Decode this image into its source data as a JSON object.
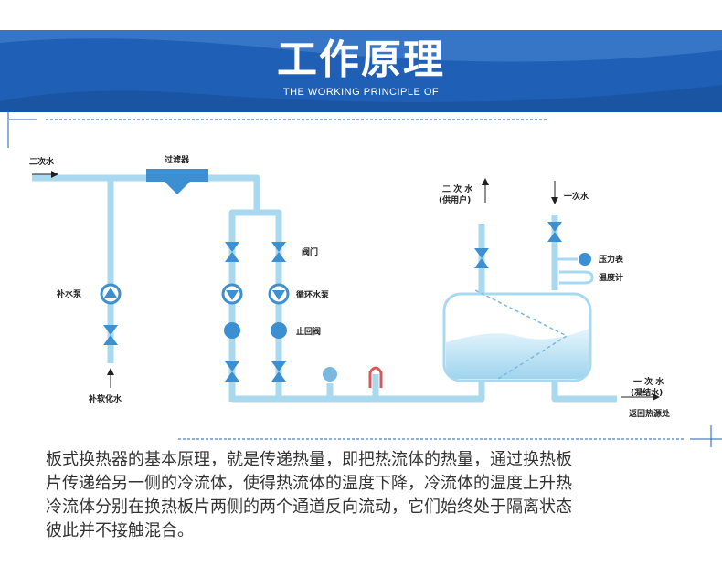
{
  "header": {
    "title": "工作原理",
    "subtitle": "THE WORKING PRINCIPLE OF",
    "color": "#1f5fb5"
  },
  "diagram": {
    "pipe_color": "#a9d9ef",
    "valve_color": "#3c8fd0",
    "labels": {
      "secondary_water_in": "二次水",
      "filter": "过滤器",
      "makeup_pump": "补水泵",
      "soft_water": "补软化水",
      "valve": "阀门",
      "circ_pump": "循环水泵",
      "check_valve": "止回阀",
      "secondary_water_supply_line1": "二 次 水",
      "secondary_water_supply_line2": "(供用户)",
      "primary_water_in": "一次水",
      "pressure_gauge": "压力表",
      "thermometer": "温度计",
      "primary_water_out_line1": "一 次 水",
      "primary_water_out_line2": "(凝结水)",
      "return_to_source": "返回热源处"
    }
  },
  "description": {
    "lines": [
      "板式换热器的基本原理，就是传递热量，即把热流体的热量，通过换热板",
      "片传递给另一侧的冷流体，使得热流体的温度下降，冷流体的温度上升热",
      "冷流体分别在换热板片两侧的两个通道反向流动，它们始终处于隔离状态",
      "彼此并不接触混合。"
    ]
  }
}
